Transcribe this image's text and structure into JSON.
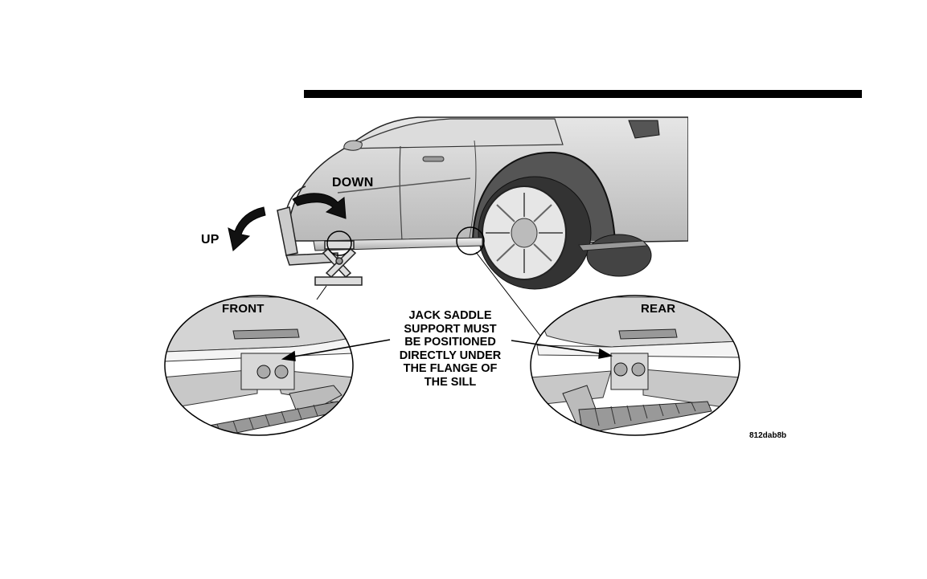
{
  "labels": {
    "down": "DOWN",
    "up": "UP",
    "front": "FRONT",
    "rear": "REAR"
  },
  "callout": {
    "lines": [
      "JACK SADDLE",
      "SUPPORT MUST",
      "BE POSITIONED",
      "DIRECTLY UNDER",
      "THE FLANGE OF",
      "THE SILL"
    ]
  },
  "figure_id": "812dab8b",
  "colors": {
    "rule": "#000000",
    "car_body": "#cfcfcf",
    "line_art": "#222222"
  }
}
